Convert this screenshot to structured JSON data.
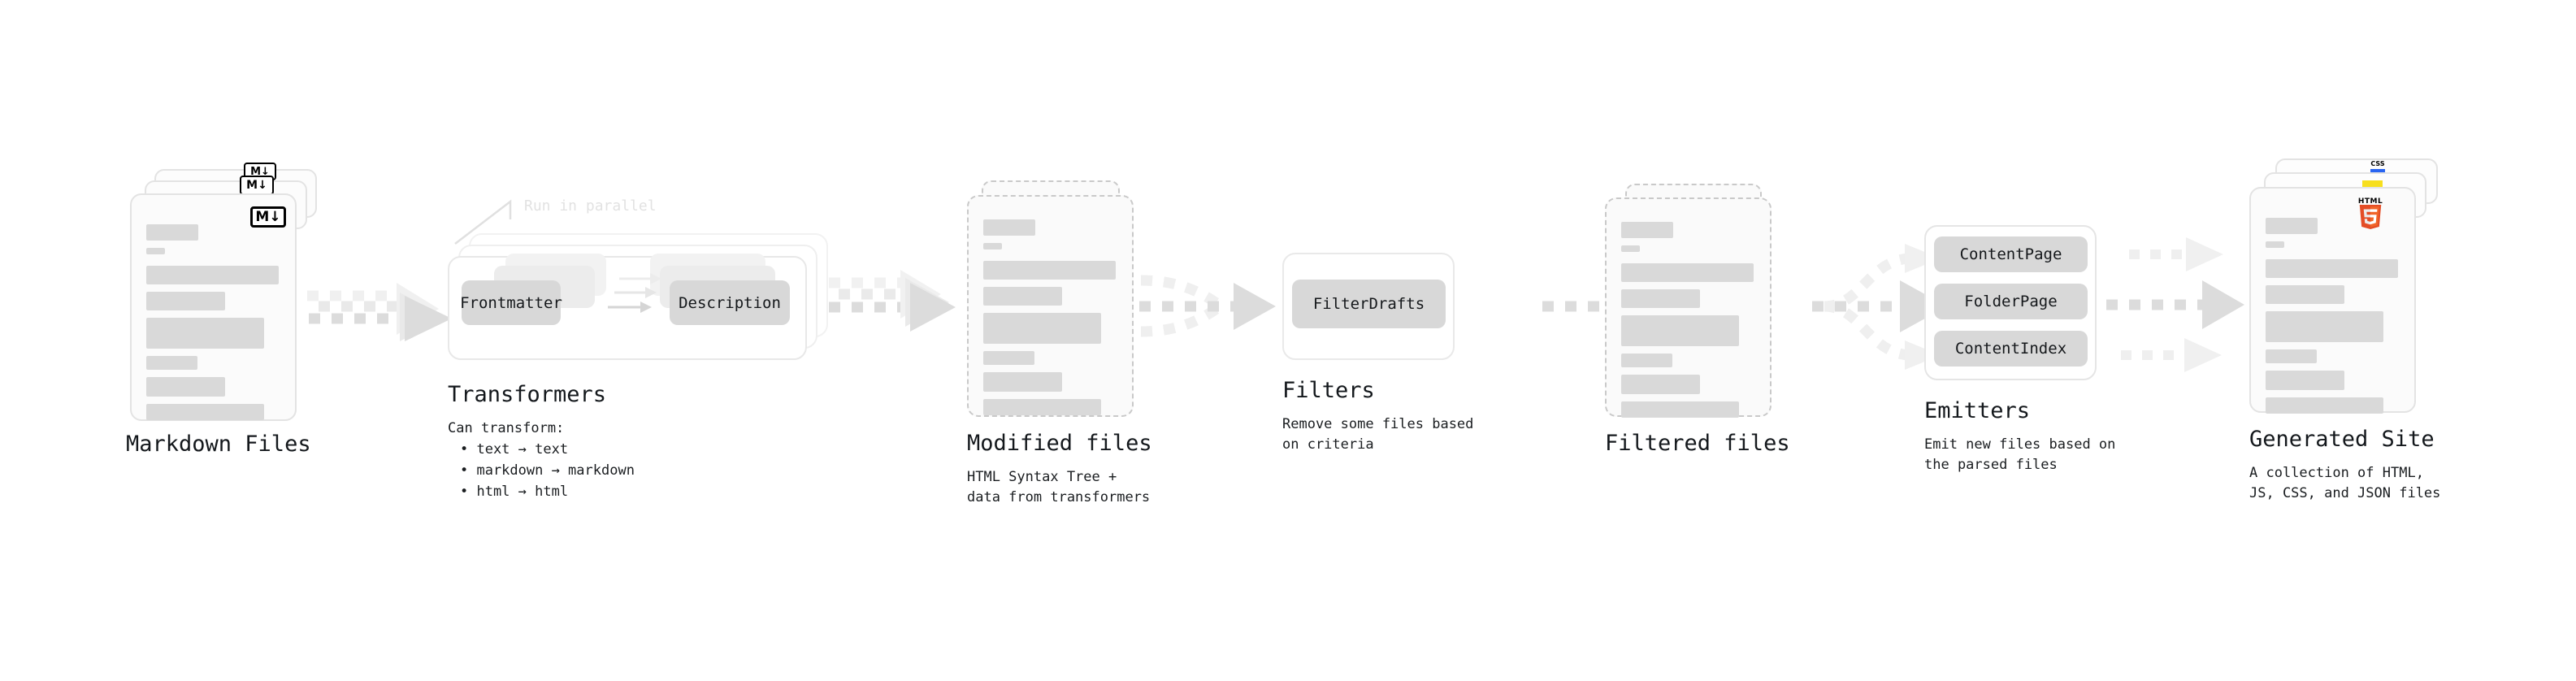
{
  "diagram": {
    "title_font": "monospace",
    "colors": {
      "bar": "#d9d9d9",
      "arrow": "#dcdcdc",
      "arrow_light": "#efefef",
      "panel_border": "#eaeaea",
      "dashed_border": "#c9c9c9",
      "html5_orange": "#e44d26",
      "html5_orange_dark": "#f16529",
      "css_blue": "#2965f1",
      "js_yellow": "#f7df1e"
    }
  },
  "stages": [
    {
      "id": "markdown-files",
      "title": "Markdown Files",
      "subtitle": "",
      "badge": "M↓"
    },
    {
      "id": "transformers",
      "title": "Transformers",
      "subtitle": "Can transform:",
      "note": "Run in parallel",
      "pills": [
        "Frontmatter",
        "Description"
      ],
      "bullets": [
        "• text → text",
        "• markdown → markdown",
        "• html → html"
      ]
    },
    {
      "id": "modified-files",
      "title": "Modified files",
      "subtitle": "HTML Syntax Tree +\ndata from transformers"
    },
    {
      "id": "filters",
      "title": "Filters",
      "subtitle": "Remove some files based\non criteria",
      "pills": [
        "FilterDrafts"
      ]
    },
    {
      "id": "filtered-files",
      "title": "Filtered files",
      "subtitle": ""
    },
    {
      "id": "emitters",
      "title": "Emitters",
      "subtitle": "Emit new files based on\nthe parsed files",
      "pills": [
        "ContentPage",
        "FolderPage",
        "ContentIndex"
      ]
    },
    {
      "id": "generated-site",
      "title": "Generated Site",
      "subtitle": "A collection of HTML,\nJS, CSS, and JSON files",
      "badges": [
        "CSS",
        "JS",
        "HTML5"
      ]
    }
  ],
  "badges": {
    "markdown": "M↓",
    "css": "CSS",
    "html5_caption": "HTML",
    "html5_digit": "5"
  }
}
